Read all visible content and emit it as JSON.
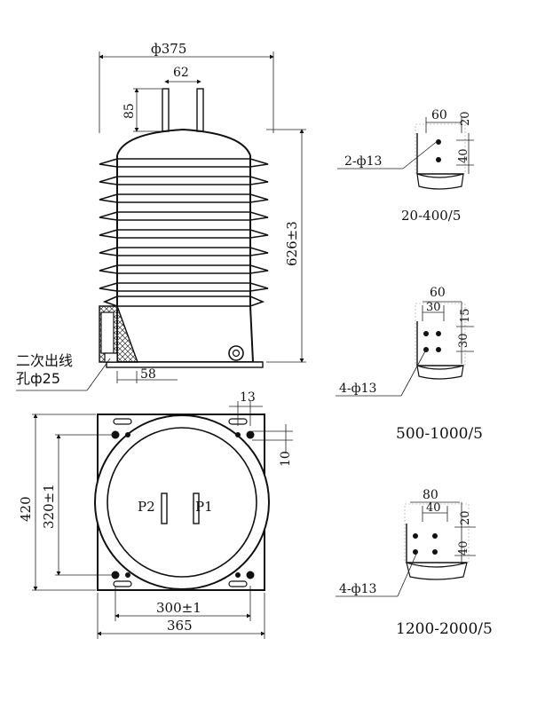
{
  "dims": {
    "top_dia": "ф375",
    "top_spacing": "62",
    "terminal_height": "85",
    "body_height": "626±3",
    "base_offset": "58",
    "base_depth": "420",
    "bolt_spacing_depth": "320±1",
    "bolt_spacing_width": "300±1",
    "base_width": "365",
    "edge_a": "13",
    "edge_b": "10"
  },
  "secondary_outlet": {
    "line1": "二次出线",
    "line2": "孔ф25"
  },
  "terminals": {
    "p1": "P1",
    "p2": "P2"
  },
  "detail_a": {
    "dim_w": "60",
    "dim_top": "20",
    "dim_side": "40",
    "holes": "2-ф13",
    "rating": "20-400/5"
  },
  "detail_b": {
    "dim_w": "60",
    "dim_half": "30",
    "dim_top": "15",
    "dim_side": "30",
    "holes": "4-ф13",
    "rating": "500-1000/5"
  },
  "detail_c": {
    "dim_w": "80",
    "dim_half": "40",
    "dim_top": "20",
    "dim_side": "40",
    "holes": "4-ф13",
    "rating": "1200-2000/5"
  }
}
